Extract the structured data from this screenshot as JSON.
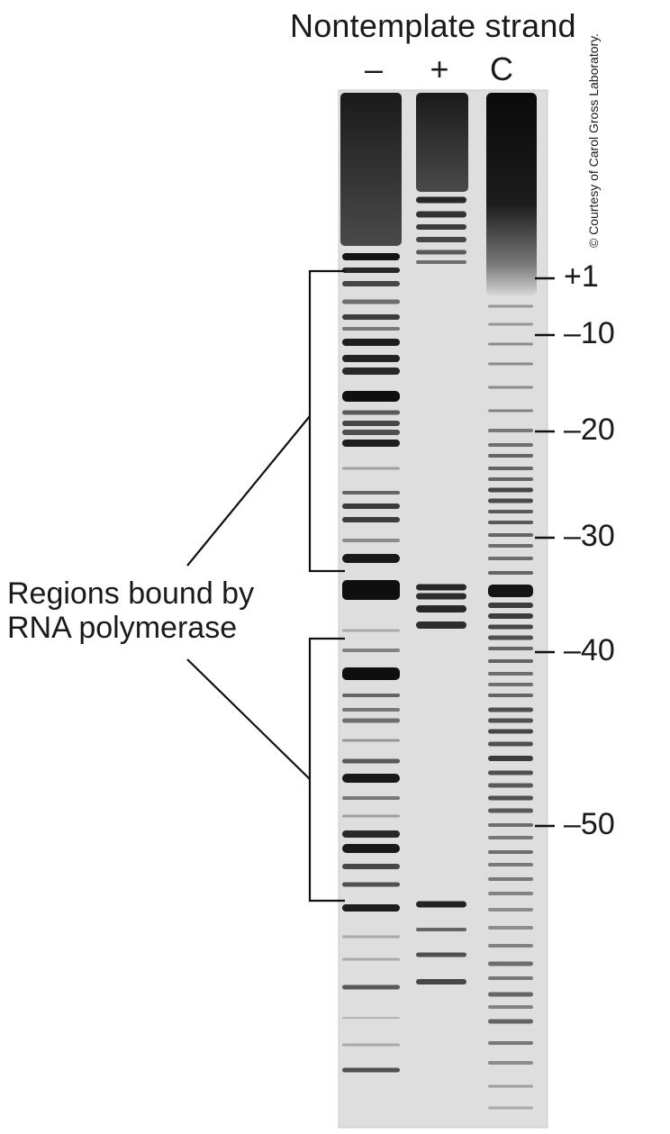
{
  "figure": {
    "title": "Nontemplate strand",
    "lanes": [
      {
        "label": "–"
      },
      {
        "label": "+"
      },
      {
        "label": "C"
      }
    ],
    "bracket_label_lines": [
      "Regions bound by",
      "RNA polymerase"
    ],
    "positions": [
      {
        "label": "+1"
      },
      {
        "label": "–10"
      },
      {
        "label": "–20"
      },
      {
        "label": "–30"
      },
      {
        "label": "–40"
      },
      {
        "label": "–50"
      }
    ],
    "credit": "© Courtesy of Carol Gross Laboratory."
  }
}
